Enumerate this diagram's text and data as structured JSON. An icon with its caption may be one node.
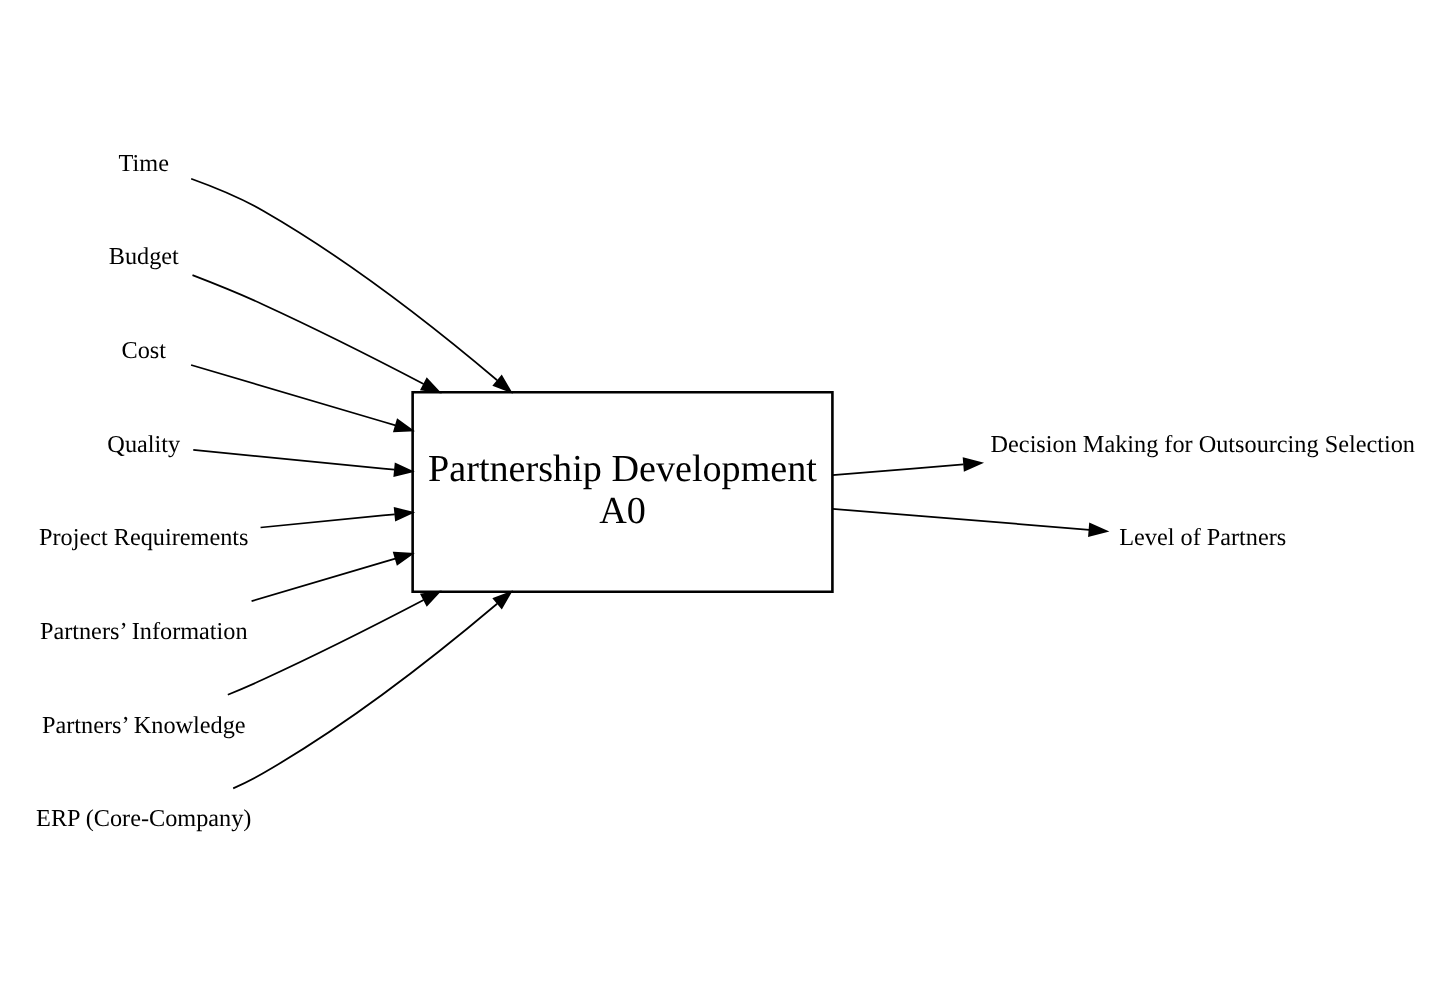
{
  "diagram": {
    "nodes": [
      {
        "text": [
          "Time"
        ]
      },
      {
        "text": [
          "Budget"
        ]
      },
      {
        "text": [
          "Cost"
        ]
      },
      {
        "text": [
          "Quality"
        ]
      },
      {
        "text": [
          "Project Requirements"
        ]
      },
      {
        "text": [
          "Partners’ Information"
        ]
      },
      {
        "text": [
          "Partnership Development",
          "A0"
        ]
      },
      {
        "text": [
          "Decision Making for Outsourcing Selection"
        ]
      },
      {
        "text": [
          "Level of Partners"
        ]
      },
      {
        "text": [
          "Partners’ Knowledge"
        ]
      },
      {
        "text": [
          "ERP (Core-Company)"
        ]
      }
    ],
    "edges": [
      {
        "from": 0,
        "to": 6,
        "arrow": "to"
      },
      {
        "from": 1,
        "to": 6,
        "arrow": "to"
      },
      {
        "from": 2,
        "to": 6,
        "arrow": "to"
      },
      {
        "from": 3,
        "to": 6,
        "arrow": "to"
      },
      {
        "from": 4,
        "to": 6,
        "arrow": "to"
      },
      {
        "from": 5,
        "to": 6,
        "arrow": "to"
      },
      {
        "from": 6,
        "to": 7,
        "arrow": "to"
      },
      {
        "from": 6,
        "to": 8,
        "arrow": "to"
      },
      {
        "from": 9,
        "to": 6,
        "arrow": "to"
      },
      {
        "from": 10,
        "to": 6,
        "arrow": "to"
      }
    ]
  }
}
